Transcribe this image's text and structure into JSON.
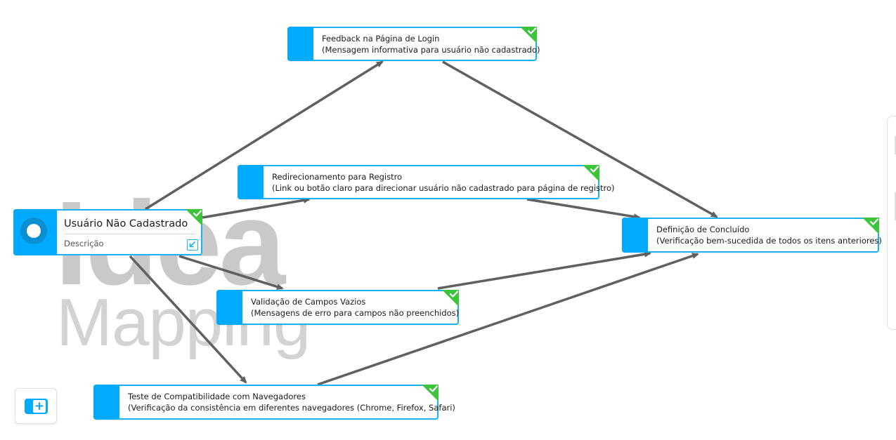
{
  "watermark": {
    "line1": "Idea",
    "line2": "Mapping"
  },
  "root": {
    "title": "Usuário Não Cadastrado",
    "description": "Descrição",
    "accent_color": "#00aaff",
    "icon": "circle-ring-icon"
  },
  "nodes": [
    {
      "id": "feedback",
      "title": "Feedback na Página de Login",
      "subtitle": "(Mensagem informativa para usuário não cadastrado)",
      "status": "completed"
    },
    {
      "id": "redirect",
      "title": "Redirecionamento para Registro",
      "subtitle": "(Link ou botão claro para direcionar usuário não cadastrado para página de registro)",
      "status": "completed"
    },
    {
      "id": "validation",
      "title": "Validação de Campos Vazios",
      "subtitle": "(Mensagens de erro para campos não preenchidos)",
      "status": "completed"
    },
    {
      "id": "compat",
      "title": "Teste de Compatibilidade com Navegadores",
      "subtitle": "(Verificação da consistência em diferentes navegadores (Chrome, Firefox, Safari)",
      "status": "completed"
    },
    {
      "id": "done",
      "title": "Definição de Concluído",
      "subtitle": "(Verificação bem-sucedida de todos os itens anteriores)",
      "status": "completed"
    }
  ],
  "edges": [
    {
      "from": "root",
      "to": "feedback"
    },
    {
      "from": "root",
      "to": "redirect"
    },
    {
      "from": "root",
      "to": "validation"
    },
    {
      "from": "root",
      "to": "compat"
    },
    {
      "from": "feedback",
      "to": "done"
    },
    {
      "from": "redirect",
      "to": "done"
    },
    {
      "from": "validation",
      "to": "done"
    },
    {
      "from": "compat",
      "to": "done"
    }
  ],
  "colors": {
    "node_border": "#1ab2f0",
    "node_stripe": "#00aaff",
    "check_badge": "#3cc43c",
    "edge": "#606060",
    "watermark": "#c9c9c9"
  },
  "toolbar": {
    "add_icon": "add-page-icon"
  }
}
